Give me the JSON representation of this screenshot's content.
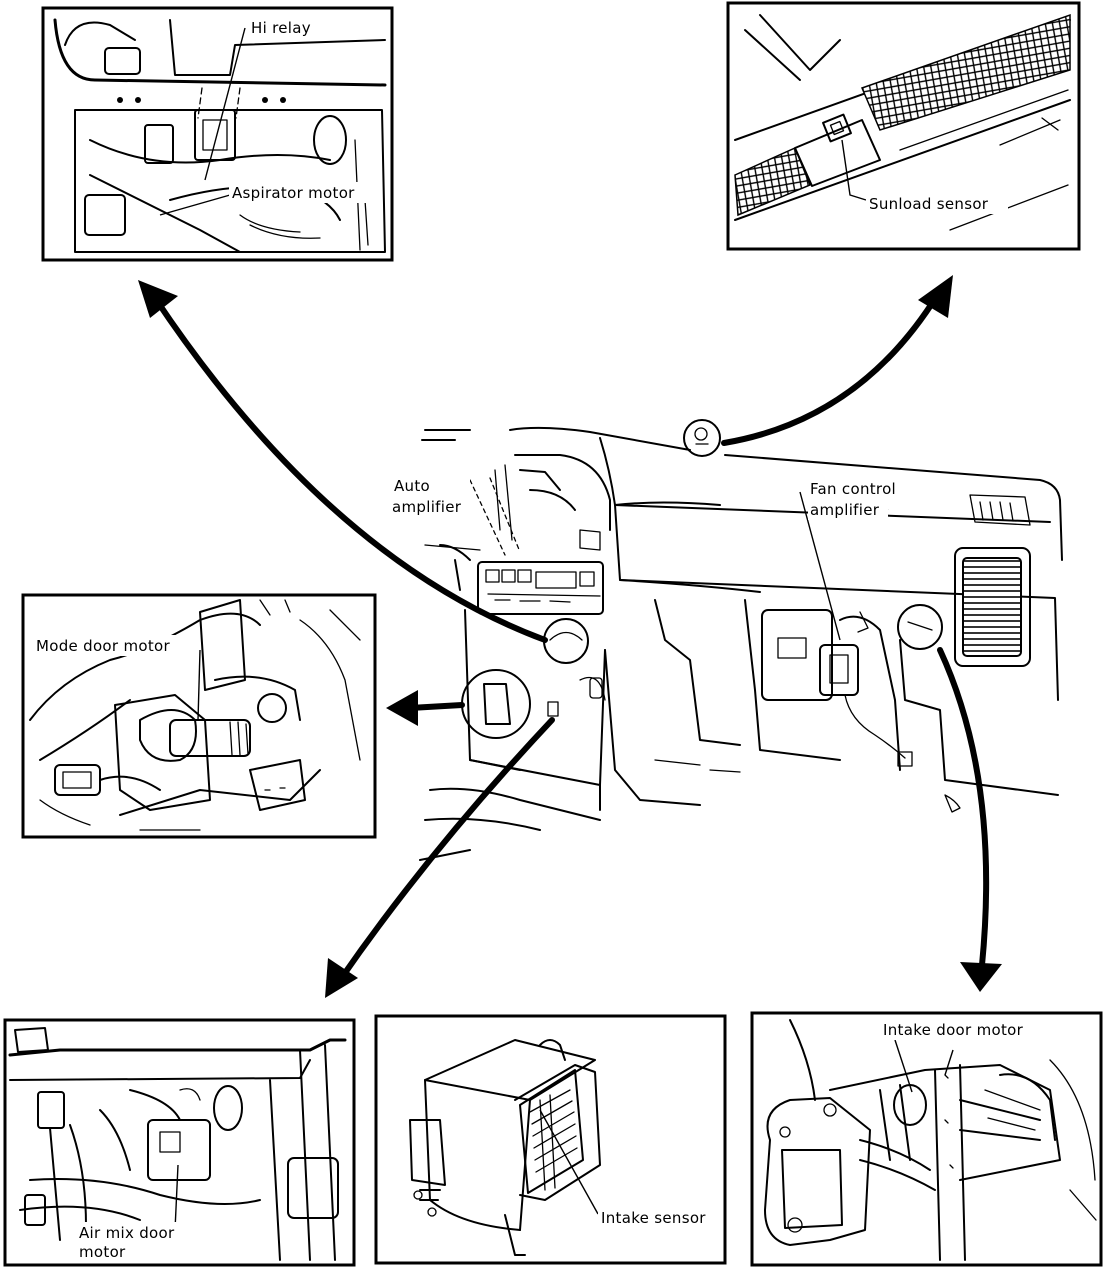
{
  "labels": {
    "hi_relay": "Hi relay",
    "aspirator_motor": "Aspirator motor",
    "sunload_sensor": "Sunload sensor",
    "auto_amplifier_line1": "Auto",
    "auto_amplifier_line2": "amplifier",
    "fan_control_line1": "Fan control",
    "fan_control_line2": "amplifier",
    "mode_door_motor": "Mode door motor",
    "air_mix_line1": "Air mix door",
    "air_mix_line2": "motor",
    "intake_sensor": "Intake sensor",
    "intake_door_motor": "Intake door motor"
  },
  "style": {
    "ink": "#000000",
    "paper": "#ffffff"
  }
}
